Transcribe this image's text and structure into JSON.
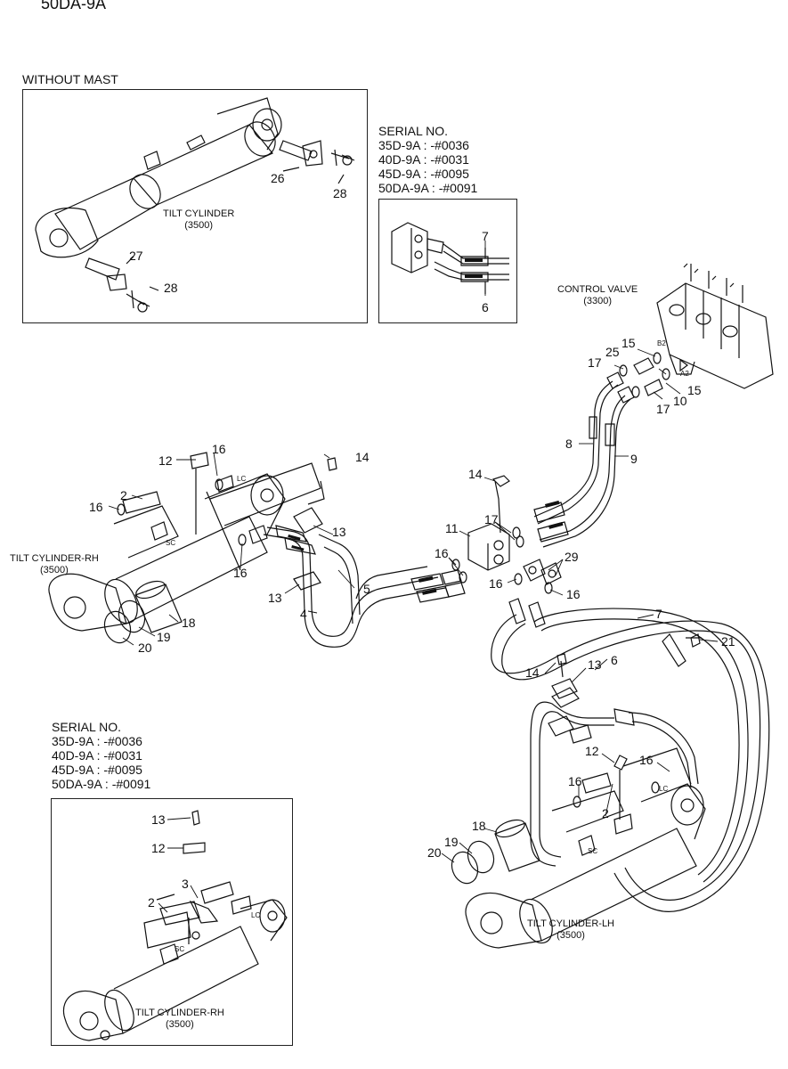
{
  "model_title": "50DA-9A",
  "without_mast": "WITHOUT MAST",
  "serial_top": {
    "heading": "SERIAL NO.",
    "lines": [
      "35D-9A : -#0036",
      "40D-9A : -#0031",
      "45D-9A : -#0095",
      "50DA-9A : -#0091"
    ]
  },
  "serial_bottom": {
    "heading": "SERIAL NO.",
    "lines": [
      "35D-9A : -#0036",
      "40D-9A : -#0031",
      "45D-9A : -#0095",
      "50DA-9A : -#0091"
    ]
  },
  "labels": {
    "tilt_cyl_top_1": "TILT CYLINDER",
    "tilt_cyl_top_2": "(3500)",
    "control_valve_1": "CONTROL VALVE",
    "control_valve_2": "(3300)",
    "tilt_rh_1": "TILT CYLINDER-RH",
    "tilt_rh_2": "(3500)",
    "tilt_lh_1": "TILT CYLINDER-LH",
    "tilt_lh_2": "(3500)",
    "tilt_rh_inset_1": "TILT CYLINDER-RH",
    "tilt_rh_inset_2": "(3500)",
    "port_b2": "B2",
    "port_a2": "A2",
    "lc": "LC",
    "sc": "SC"
  },
  "part_numbers": {
    "p26": "26",
    "p28a": "28",
    "p27": "27",
    "p28b": "28",
    "p7a": "7",
    "p6a": "6",
    "p15a": "15",
    "p25": "25",
    "p17a": "17",
    "p10": "10",
    "p15b": "15",
    "p17b": "17",
    "p8": "8",
    "p9": "9",
    "p12a": "12",
    "p16a": "16",
    "p14a": "14",
    "p2a": "2",
    "p16b": "16",
    "p13a": "13",
    "p16c": "16",
    "p5": "5",
    "p13b": "13",
    "p4": "4",
    "p18a": "18",
    "p19a": "19",
    "p20a": "20",
    "p14b": "14",
    "p11": "11",
    "p17c": "17",
    "p16d": "16",
    "p29": "29",
    "p16e": "16",
    "p16f": "16",
    "p7b": "7",
    "p6b": "6",
    "p21": "21",
    "p14c": "14",
    "p13c": "13",
    "p12b": "12",
    "p16g": "16",
    "p16h": "16",
    "p2b": "2",
    "p18b": "18",
    "p19b": "19",
    "p20b": "20",
    "p13d": "13",
    "p12c": "12",
    "p3": "3",
    "p2c": "2"
  }
}
